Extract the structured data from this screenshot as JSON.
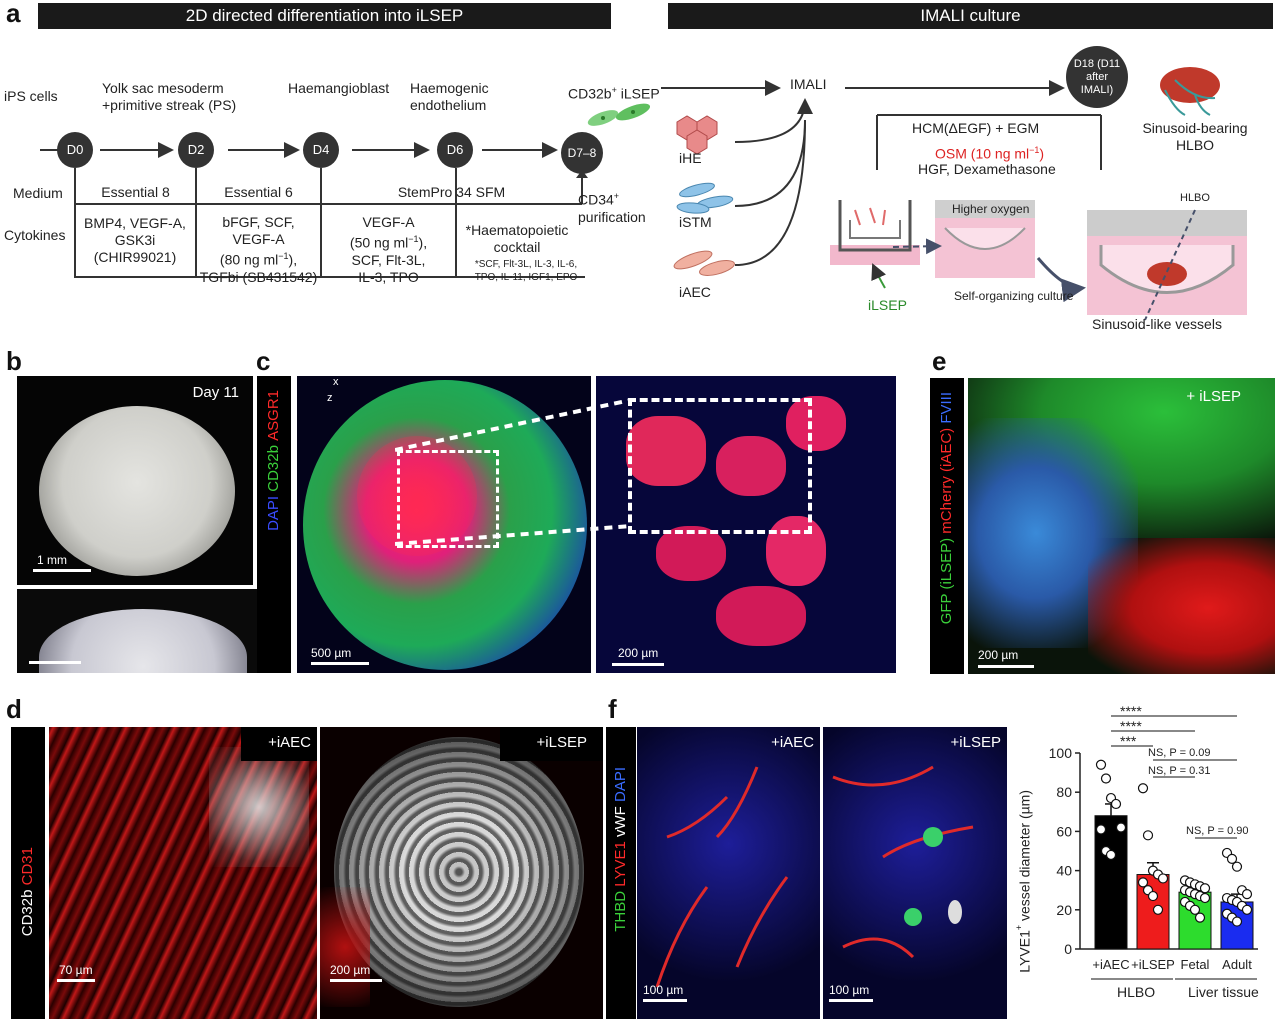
{
  "panel_a": {
    "label": "a",
    "banner_left": "2D directed differentiation into iLSEP",
    "banner_right": "IMALI culture",
    "stages": {
      "ips": "iPS cells",
      "yolk": "Yolk sac mesoderm +primitive streak (PS)",
      "haemangio": "Haemangioblast",
      "haemogenic": "Haemogenic endothelium",
      "cd32b_head": "CD32b",
      "cd32b_sup": "+",
      "cd32b_tail": " iLSEP"
    },
    "nodes": [
      "D0",
      "D2",
      "D4",
      "D6",
      "D7–8"
    ],
    "row_labels": {
      "medium": "Medium",
      "cytokines": "Cytokines"
    },
    "media": [
      "Essential 8",
      "Essential 6",
      "StemPro 34 SFM"
    ],
    "cytokines": {
      "c1": "BMP4, VEGF-A, GSK3i (CHIR99021)",
      "c2_l1": "bFGF, SCF,",
      "c2_l2": "VEGF-A",
      "c2_l3a": "(80 ng ml",
      "c2_l3sup": "−1",
      "c2_l3b": "),",
      "c2_l4": "TGFbi (SB431542)",
      "c3_l1": "VEGF-A",
      "c3_l2a": "(50 ng ml",
      "c3_l2sup": "−1",
      "c3_l2b": "),",
      "c3_l3": "SCF, Flt-3L,",
      "c3_l4": "IL-3, TPO",
      "c4_title": "*Haematopoietic cocktail",
      "c4_detail": "*SCF, Flt-3L, IL-3, IL-6, TPO, IL-11, IGF1, EPO"
    },
    "cd34_a": "CD34",
    "cd34_sup": "+",
    "cd34_b": "purification",
    "imali": {
      "imali_label": "IMALI",
      "d18": "D18 (D11 after IMALI)",
      "hcm": "HCM(ΔEGF) + EGM",
      "osm_a": "OSM (10 ng ml",
      "osm_sup": "−1",
      "osm_b": ")",
      "hgf": "HGF, Dexamethasone",
      "ihe": "iHE",
      "istm": "iSTM",
      "iaec": "iAEC",
      "ilsep": "iLSEP",
      "higher_oxygen": "Higher oxygen",
      "self_org": "Self-organizing culture",
      "hlbo": "HLBO",
      "sinusoid_bearing": "Sinusoid-bearing HLBO",
      "sinusoid_like": "Sinusoid-like vessels"
    }
  },
  "panel_b": {
    "label": "b",
    "day": "Day 11",
    "scalebar": "1 mm"
  },
  "panel_c": {
    "label": "c",
    "stain_dapi": "DAPI",
    "stain_cd32b": "CD32b",
    "stain_asgr1": "ASGR1",
    "axis_x": "x",
    "axis_z": "z",
    "scalebar1": "500 µm",
    "scalebar2": "200 µm"
  },
  "panel_d": {
    "label": "d",
    "stain_cd32b": "CD32b",
    "stain_cd31": "CD31",
    "tag1": "+iAEC",
    "tag2": "+iLSEP",
    "scalebar1": "70 µm",
    "scalebar2": "200 µm"
  },
  "panel_e": {
    "label": "e",
    "stain_gfp": "GFP (iLSEP)",
    "stain_mcherry": "mCherry (iAEC)",
    "stain_fviii": "FVIII",
    "tag": "+ iLSEP",
    "scalebar": "200 µm"
  },
  "panel_f": {
    "label": "f",
    "stain_thbd": "THBD",
    "stain_lyve1": "LYVE1",
    "stain_vwf": "vWF",
    "stain_dapi": "DAPI",
    "tag1": "+iAEC",
    "tag2": "+iLSEP",
    "scalebar1": "100 µm",
    "scalebar2": "100 µm",
    "group_hlbo": "HLBO",
    "group_liver": "Liver tissue",
    "sig1": "****",
    "sig2": "****",
    "sig3": "***",
    "ns1": "NS, P = 0.09",
    "ns2": "NS, P = 0.31",
    "ns3": "NS, P = 0.90",
    "ylabel_a": "LYVE1",
    "ylabel_sup": "+",
    "ylabel_b": " vessel diameter (µm)"
  },
  "chart_data": {
    "type": "bar",
    "categories": [
      "+iAEC",
      "+iLSEP",
      "Fetal",
      "Adult"
    ],
    "values": [
      68,
      38,
      29,
      24
    ],
    "errors": [
      6,
      6,
      3,
      4
    ],
    "colors": [
      "#000000",
      "#ee1c1c",
      "#2ddc2d",
      "#1a2cf0"
    ],
    "ylabel": "LYVE1+ vessel diameter (µm)",
    "ylim": [
      0,
      100
    ],
    "yticks": [
      0,
      20,
      40,
      60,
      80,
      100
    ],
    "points": [
      [
        94,
        87,
        77,
        74,
        62,
        61,
        50,
        48
      ],
      [
        82,
        58,
        40,
        38,
        36,
        34,
        30,
        27,
        20
      ],
      [
        35,
        34,
        33,
        32,
        31,
        30,
        29,
        28,
        27,
        26,
        24,
        22,
        20,
        16
      ],
      [
        49,
        46,
        42,
        30,
        28,
        26,
        25,
        24,
        22,
        20,
        18,
        16,
        14
      ]
    ]
  }
}
